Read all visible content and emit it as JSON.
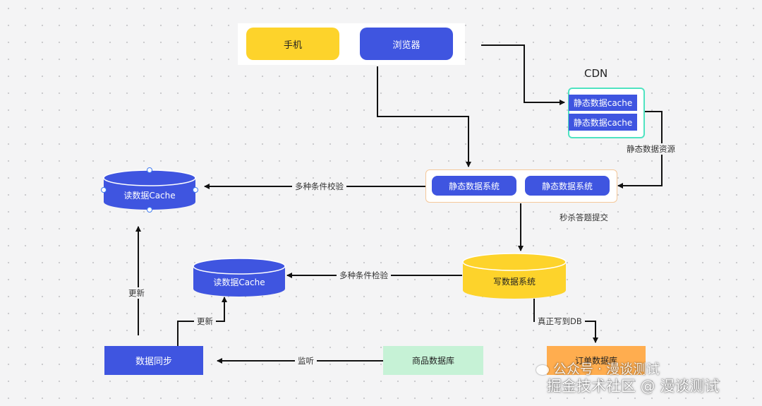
{
  "top_panel": {
    "phone": "手机",
    "browser": "浏览器"
  },
  "cdn": {
    "title": "CDN",
    "items": [
      "静态数据cache",
      "静态数据cache"
    ]
  },
  "static_system": {
    "items": [
      "静态数据系统",
      "静态数据系统"
    ]
  },
  "read_cache_top": "读数据Cache",
  "read_cache_mid": "读数据Cache",
  "write_system": "写数据系统",
  "data_sync": "数据同步",
  "product_db": "商品数据库",
  "order_db": "订单数据库",
  "edges": {
    "static_resource": "静态数据资源",
    "multi_check_top": "多种条件校验",
    "seckill_submit": "秒杀答题提交",
    "multi_check_mid": "多种条件检验",
    "write_db": "真正写到DB",
    "update_left": "更新",
    "update_mid": "更新",
    "listen": "监听"
  },
  "watermark": {
    "account": "公众号 · 漫谈测试",
    "site": "掘金技术社区 @ 漫谈测试"
  },
  "colors": {
    "blue": "#3f55e0",
    "yellow": "#fdd32b",
    "cdn_border": "#4fe3c1",
    "static_border": "#f5c89a",
    "green": "#c6f2d6",
    "orange": "#ffad4f"
  }
}
